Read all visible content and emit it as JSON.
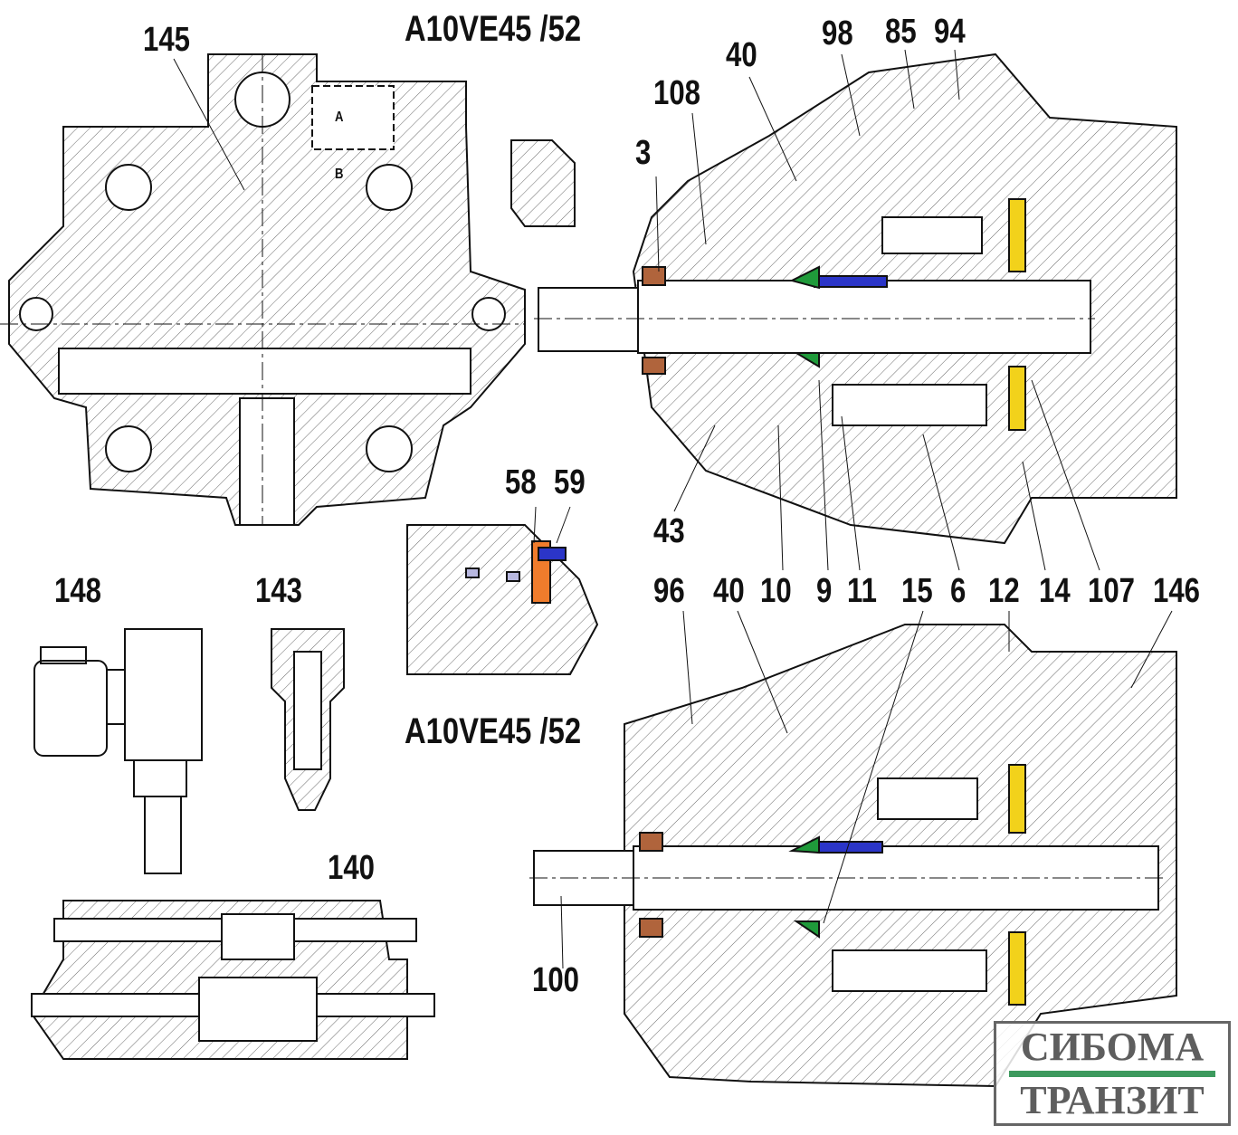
{
  "titles": {
    "top": "A10VE45 /52",
    "middle": "A10VE45 /52"
  },
  "labels": {
    "p145": "145",
    "p98": "98",
    "p85": "85",
    "p94": "94",
    "p40a": "40",
    "p108": "108",
    "p3": "3",
    "p58": "58",
    "p59": "59",
    "p43": "43",
    "p148": "148",
    "p143": "143",
    "p96": "96",
    "p40b": "40",
    "p10": "10",
    "p9": "9",
    "p11": "11",
    "p15": "15",
    "p6": "6",
    "p12": "12",
    "p14": "14",
    "p107": "107",
    "p146": "146",
    "p140": "140",
    "p100": "100",
    "portA": "A",
    "portB": "B"
  },
  "logo": {
    "line1": "СИБОМА",
    "line2": "ТРАНЗИТ",
    "bar_color": "#3d9a5e"
  },
  "colors": {
    "seal_orange": "#f07c2c",
    "seal_blue": "#2b35c8",
    "seal_green": "#1f9a3a",
    "yellow": "#f2d21b",
    "brown": "#b0643c",
    "lavender": "#b8b8e0"
  }
}
